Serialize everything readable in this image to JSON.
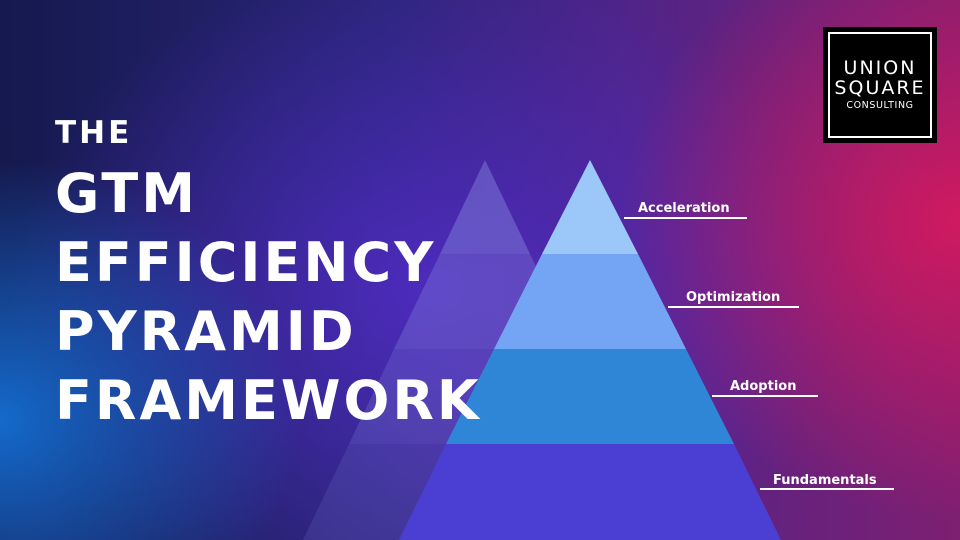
{
  "title": {
    "prefix": "THE",
    "lines": [
      "GTM",
      "EFFICIENCY",
      "PYRAMID",
      "FRAMEWORK"
    ]
  },
  "logo": {
    "words": [
      "UNION",
      "SQUARE",
      "CONSULTING"
    ]
  },
  "pyramid": {
    "tiers": [
      {
        "label": "Acceleration",
        "color": "#9cc8f9"
      },
      {
        "label": "Optimization",
        "color": "#74a5f4"
      },
      {
        "label": "Adoption",
        "color": "#2f86d6"
      },
      {
        "label": "Fundamentals",
        "color": "#4b3fd3"
      }
    ]
  },
  "colors": {
    "text": "#ffffff",
    "logo_background": "#000000",
    "ghost_pyramid": "#8e93e6"
  }
}
